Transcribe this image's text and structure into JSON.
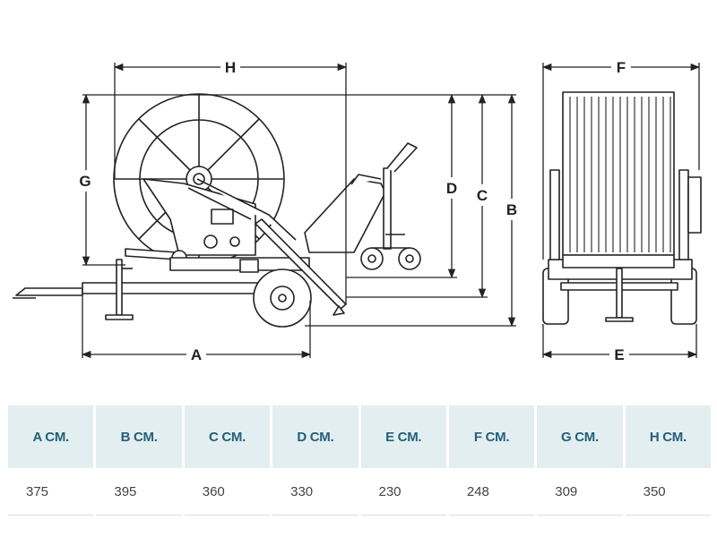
{
  "dimension_labels": {
    "A": "A",
    "B": "B",
    "C": "C",
    "D": "D",
    "E": "E",
    "F": "F",
    "G": "G",
    "H": "H"
  },
  "table": {
    "headers": [
      "A CM.",
      "B CM.",
      "C CM.",
      "D CM.",
      "E CM.",
      "F CM.",
      "G CM.",
      "H CM."
    ],
    "values": [
      "375",
      "395",
      "360",
      "330",
      "230",
      "248",
      "309",
      "350"
    ]
  },
  "colors": {
    "line": "#222222",
    "header_bg": "#e3eef1",
    "header_text": "#24607a"
  }
}
